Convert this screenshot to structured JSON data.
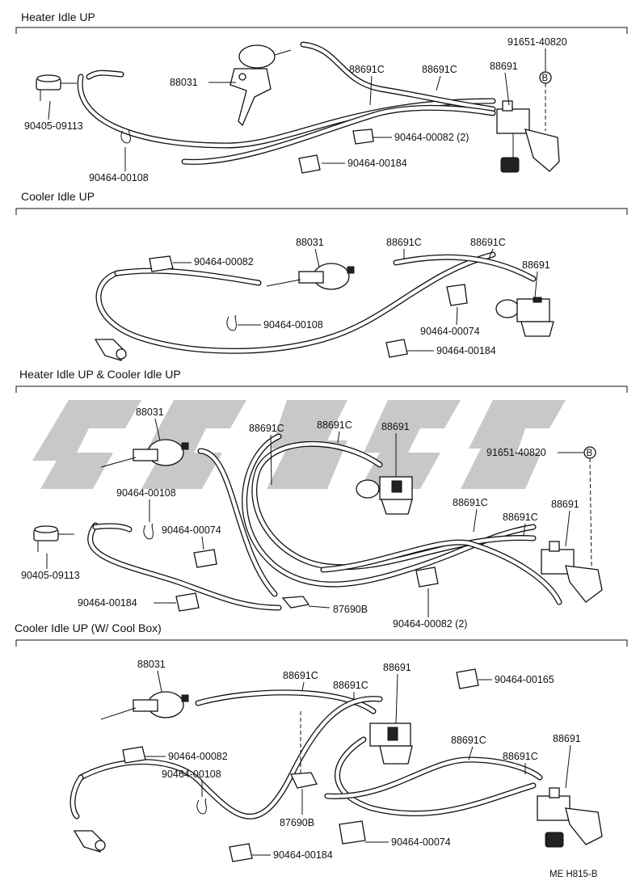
{
  "sections": [
    {
      "title": "Heater Idle UP"
    },
    {
      "title": "Cooler Idle UP"
    },
    {
      "title": "Heater Idle UP & Cooler Idle UP"
    },
    {
      "title": "Cooler Idle UP (W/ Cool Box)"
    }
  ],
  "labels": {
    "s1": {
      "p88031": "88031",
      "hose1": "88691C",
      "hose2": "88691C",
      "vsv": "88691",
      "bolt": "91651-40820",
      "marker": "B",
      "sensor": "90405-09113",
      "clip108": "90464-00108",
      "clip82": "90464-00082 (2)",
      "clip184": "90464-00184"
    },
    "s2": {
      "p88031": "88031",
      "hose1": "88691C",
      "hose2": "88691C",
      "vsv": "88691",
      "clip82": "90464-00082",
      "clip108": "90464-00108",
      "clip74": "90464-00074",
      "clip184": "90464-00184"
    },
    "s3": {
      "p88031": "88031",
      "hose1": "88691C",
      "hose2": "88691C",
      "vsv1": "88691",
      "bolt": "91651-40820",
      "marker": "B",
      "clip108": "90464-00108",
      "clip74": "90464-00074",
      "sensor": "90405-09113",
      "hose3": "88691C",
      "hose4": "88691C",
      "vsv2": "88691",
      "clip184": "90464-00184",
      "tee": "87690B",
      "clip82": "90464-00082 (2)"
    },
    "s4": {
      "p88031": "88031",
      "hose1": "88691C",
      "hose2": "88691C",
      "vsv1": "88691",
      "clip165": "90464-00165",
      "clip82": "90464-00082",
      "clip108": "90464-00108",
      "hose3": "88691C",
      "hose4": "88691C",
      "vsv2": "88691",
      "tee": "87690B",
      "clip74": "90464-00074",
      "clip184": "90464-00184"
    }
  },
  "footer": "ME  H815-B"
}
